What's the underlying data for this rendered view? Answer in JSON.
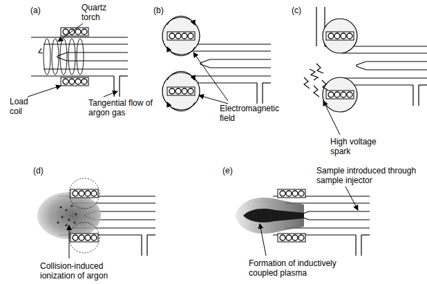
{
  "diagram": {
    "labels": [
      "(a)",
      "Quartz torch",
      "Load coil",
      "Tangential flow of argon gas",
      "(b)",
      "Electromagnetic field",
      "(c)",
      "High voltage spark",
      "(d)",
      "Collision-induced ionization of argon",
      "(e)",
      "Sample introduced through sample injector",
      "Formation of inductively coupled plasma"
    ]
  }
}
